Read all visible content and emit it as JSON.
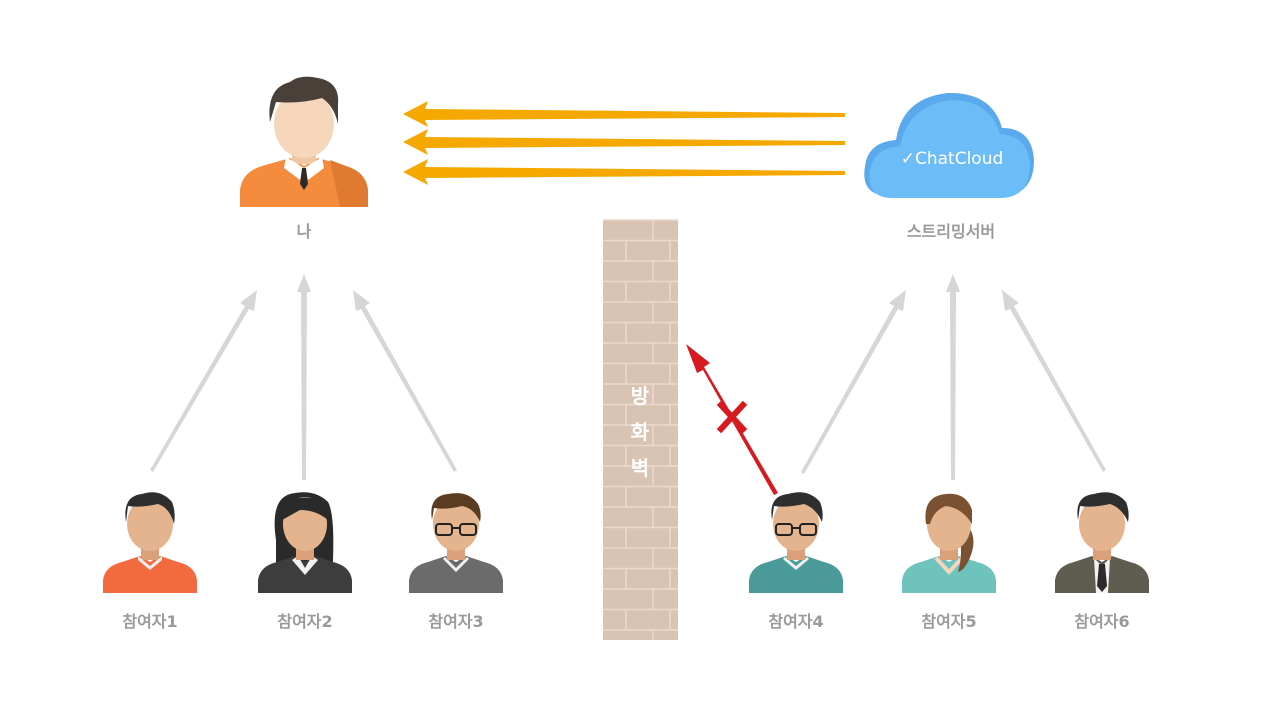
{
  "me": {
    "label": "나"
  },
  "server": {
    "label": "스트리밍서버",
    "logo_text": "✓ChatCloud"
  },
  "firewall": {
    "chars": [
      "방",
      "화",
      "벽"
    ]
  },
  "participants": [
    {
      "label": "참여자1",
      "shirt": "#f26a3d"
    },
    {
      "label": "참여자2",
      "shirt": "#3d3d3d"
    },
    {
      "label": "참여자3",
      "shirt": "#6b6b6b"
    },
    {
      "label": "참여자4",
      "shirt": "#4a9a9a"
    },
    {
      "label": "참여자5",
      "shirt": "#6ec3bc"
    },
    {
      "label": "참여자6",
      "shirt": "#5f5d50"
    }
  ],
  "colors": {
    "stream_arrow": "#f5a800",
    "gray_arrow": "#d6d6d6",
    "blocked_arrow": "#d71920",
    "cloud": "#6bbcf7",
    "wall": "#d9c3b3",
    "me_shirt": "#f58b3c"
  }
}
